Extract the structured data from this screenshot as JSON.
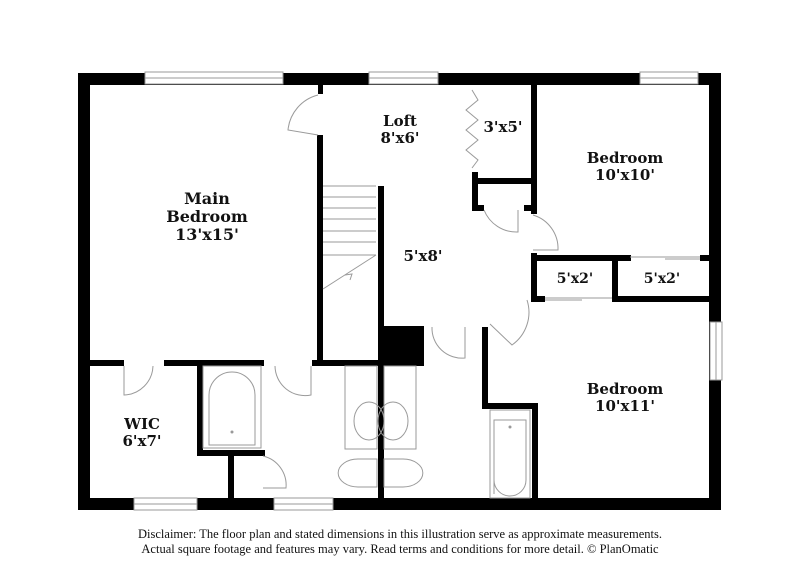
{
  "rooms": {
    "main_bedroom": {
      "name_line1": "Main",
      "name_line2": "Bedroom",
      "size": "13'x15'"
    },
    "loft": {
      "name": "Loft",
      "size": "8'x6'"
    },
    "closet_3x5": {
      "size": "3'x5'"
    },
    "bedroom_top": {
      "name": "Bedroom",
      "size": "10'x10'"
    },
    "hall": {
      "size": "5'x8'"
    },
    "closet_5x2_left": {
      "size": "5'x2'"
    },
    "closet_5x2_right": {
      "size": "5'x2'"
    },
    "bedroom_bottom": {
      "name": "Bedroom",
      "size": "10'x11'"
    },
    "wic": {
      "name": "WIC",
      "size": "6'x7'"
    }
  },
  "disclaimer": {
    "line1": "Disclaimer: The floor plan and stated dimensions in this illustration serve as approximate measurements.",
    "line2": "Actual square footage and features may vary. Read terms and conditions for more detail. © PlanOmatic"
  },
  "colors": {
    "wall": "#000000",
    "fixture_line": "#9a9a9a",
    "background": "#ffffff"
  }
}
